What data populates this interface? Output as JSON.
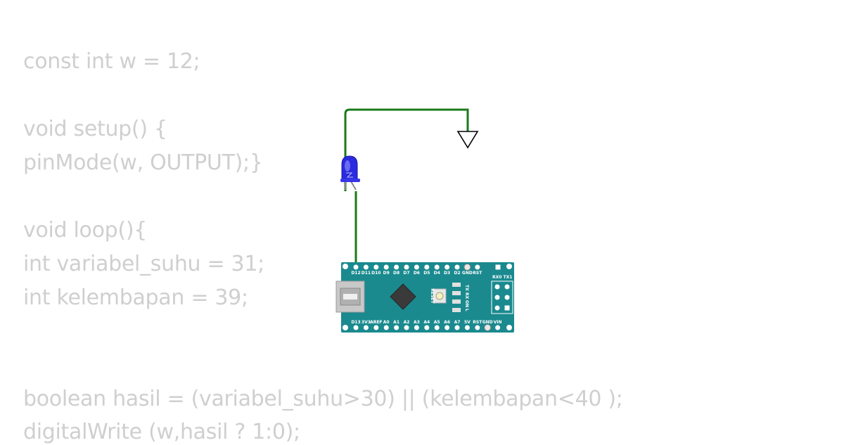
{
  "code_lines": [
    "const int w = 12;",
    "void setup() {",
    "pinMode(w, OUTPUT);}",
    "void loop(){",
    "int variabel_suhu = 31;",
    "int kelembapan = 39;",
    "boolean hasil = (variabel_suhu>30) || (kelembapan<40 );",
    "digitalWrite (w,hasil ? 1:0);"
  ],
  "board": {
    "top_pins": [
      "D12",
      "D11",
      "D10",
      "D9",
      "D8",
      "D7",
      "D6",
      "D5",
      "D4",
      "D3",
      "D2",
      "GND",
      "RST"
    ],
    "bottom_pins": [
      "D13",
      "3V3",
      "AREF",
      "A0",
      "A1",
      "A2",
      "A3",
      "A4",
      "A5",
      "A6",
      "A7",
      "5V",
      "RST",
      "GND",
      "VIN"
    ],
    "reset_label": "RESET",
    "led_labels": [
      "TX",
      "RX",
      "ON",
      "L"
    ],
    "serial_label": "RX0 TX1"
  },
  "colors": {
    "board": "#1a8a8f",
    "wire": "#1a7a1a",
    "led": "#2a2ae0",
    "code_text": "#cfcfcf"
  }
}
